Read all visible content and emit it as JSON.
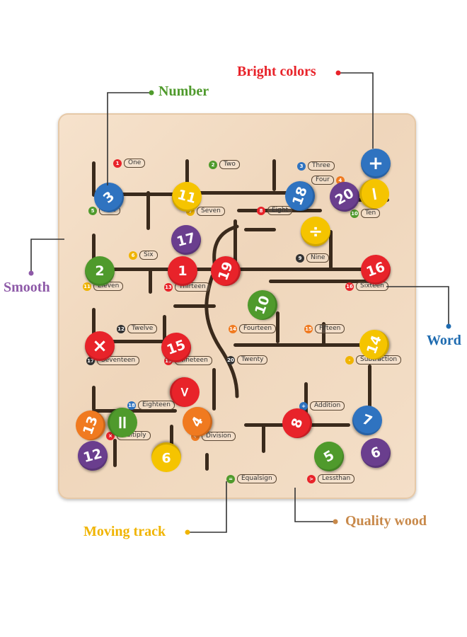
{
  "callouts": {
    "bright_colors": {
      "text": "Bright colors",
      "color": "#e8232a"
    },
    "number": {
      "text": "Number",
      "color": "#4f9a2c"
    },
    "smooth": {
      "text": "Smooth",
      "color": "#8e5aa8"
    },
    "word": {
      "text": "Word",
      "color": "#1e6bb0"
    },
    "moving_track": {
      "text": "Moving track",
      "color": "#f0b400"
    },
    "quality_wood": {
      "text": "Quality wood",
      "color": "#c8894a"
    }
  },
  "labels": [
    {
      "num": "1",
      "word": "One",
      "color": "#e8232a"
    },
    {
      "num": "2",
      "word": "Two",
      "color": "#4f9a2c"
    },
    {
      "num": "3",
      "word": "Three",
      "color": "#2f73c0"
    },
    {
      "num": "4",
      "word": "Four",
      "color": "#f07a20"
    },
    {
      "num": "5",
      "word": "Five",
      "color": "#4f9a2c"
    },
    {
      "num": "7",
      "word": "Seven",
      "color": "#f0b400"
    },
    {
      "num": "8",
      "word": "Eight",
      "color": "#e8232a"
    },
    {
      "num": "10",
      "word": "Ten",
      "color": "#4f9a2c"
    },
    {
      "num": "6",
      "word": "Six",
      "color": "#f0b400"
    },
    {
      "num": "9",
      "word": "Nine",
      "color": "#333333"
    },
    {
      "num": "11",
      "word": "Eleven",
      "color": "#f0b400"
    },
    {
      "num": "13",
      "word": "Thirteen",
      "color": "#e8232a"
    },
    {
      "num": "16",
      "word": "Sixteen",
      "color": "#e8232a"
    },
    {
      "num": "12",
      "word": "Twelve",
      "color": "#333333"
    },
    {
      "num": "14",
      "word": "Fourteen",
      "color": "#f07a20"
    },
    {
      "num": "15",
      "word": "Fifteen",
      "color": "#f07a20"
    },
    {
      "num": "17",
      "word": "Seventeen",
      "color": "#333333"
    },
    {
      "num": "19",
      "word": "Nineteen",
      "color": "#e8232a"
    },
    {
      "num": "20",
      "word": "Twenty",
      "color": "#333333"
    },
    {
      "num": "-",
      "word": "Subtraction",
      "color": "#f0b400"
    },
    {
      "num": "18",
      "word": "Eighteen",
      "color": "#2f73c0"
    },
    {
      "num": "+",
      "word": "Addition",
      "color": "#2f73c0"
    },
    {
      "num": "×",
      "word": "Multiply",
      "color": "#e8232a"
    },
    {
      "num": "÷",
      "word": "Division",
      "color": "#f07a20"
    },
    {
      "num": "=",
      "word": "Equalsign",
      "color": "#4f9a2c"
    },
    {
      "num": ">",
      "word": "Lessthan",
      "color": "#e8232a"
    }
  ],
  "discs": [
    {
      "text": "+",
      "color": "#2f73c0"
    },
    {
      "text": "3",
      "color": "#2f73c0"
    },
    {
      "text": "11",
      "color": "#f5c400"
    },
    {
      "text": "18",
      "color": "#2f73c0"
    },
    {
      "text": "20",
      "color": "#6a3e8e"
    },
    {
      "text": "−",
      "color": "#f5c400"
    },
    {
      "text": "÷",
      "color": "#f5c400"
    },
    {
      "text": "17",
      "color": "#6a3e8e"
    },
    {
      "text": "2",
      "color": "#4f9a2c"
    },
    {
      "text": "1",
      "color": "#e8232a"
    },
    {
      "text": "19",
      "color": "#e8232a"
    },
    {
      "text": "16",
      "color": "#e8232a"
    },
    {
      "text": "10",
      "color": "#4f9a2c"
    },
    {
      "text": "×",
      "color": "#e8232a"
    },
    {
      "text": "15",
      "color": "#e8232a"
    },
    {
      "text": "14",
      "color": "#f5c400"
    },
    {
      "text": ">",
      "color": "#e8232a"
    },
    {
      "text": "13",
      "color": "#f07a20"
    },
    {
      "text": "=",
      "color": "#4f9a2c"
    },
    {
      "text": "4",
      "color": "#f07a20"
    },
    {
      "text": "12",
      "color": "#6a3e8e"
    },
    {
      "text": "9",
      "color": "#f5c400"
    },
    {
      "text": "8",
      "color": "#e8232a"
    },
    {
      "text": "7",
      "color": "#2f73c0"
    },
    {
      "text": "5",
      "color": "#4f9a2c"
    },
    {
      "text": "6",
      "color": "#6a3e8e"
    }
  ]
}
